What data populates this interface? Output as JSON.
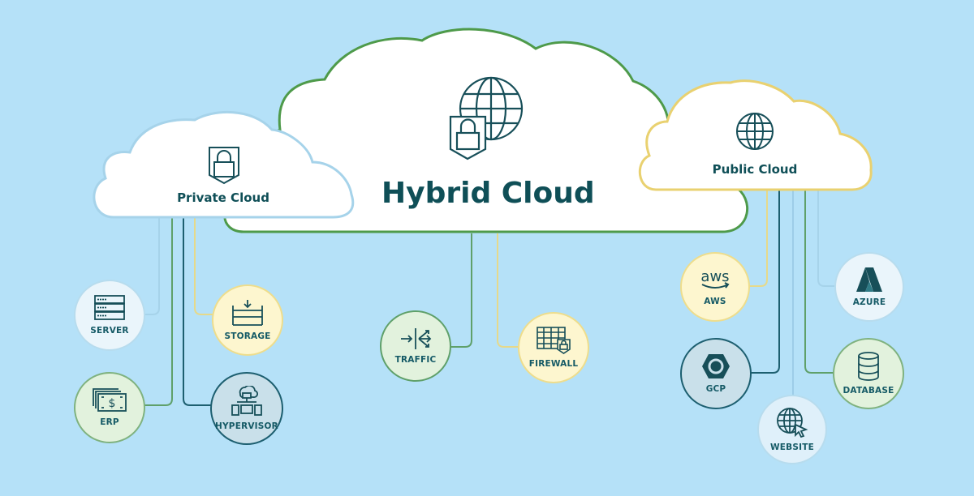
{
  "colors": {
    "background": "#b5e1f8",
    "text": "#0f4f57",
    "hybrid_border": "#4e9a4a",
    "private_border": "#9ccbe6",
    "public_border": "#e9d170",
    "line_green": "#5fa06a",
    "line_yellow": "#e6d98a",
    "line_dark": "#1d5f70",
    "line_light": "#9dcde8"
  },
  "clouds": {
    "hybrid": {
      "title": "Hybrid Cloud",
      "icon": "globe-shield-lock-icon"
    },
    "private": {
      "title": "Private Cloud",
      "icon": "shield-lock-icon"
    },
    "public": {
      "title": "Public Cloud",
      "icon": "globe-icon"
    }
  },
  "private_nodes": [
    {
      "label": "SERVER",
      "icon": "server-icon"
    },
    {
      "label": "STORAGE",
      "icon": "storage-icon"
    },
    {
      "label": "ERP",
      "icon": "money-icon"
    },
    {
      "label": "HYPERVISOR",
      "icon": "hypervisor-icon"
    }
  ],
  "hybrid_nodes": [
    {
      "label": "TRAFFIC",
      "icon": "traffic-routing-icon"
    },
    {
      "label": "FIREWALL",
      "icon": "firewall-icon"
    }
  ],
  "public_nodes": [
    {
      "label": "AWS",
      "icon": "aws-logo-icon",
      "logo_text": "aws"
    },
    {
      "label": "AZURE",
      "icon": "azure-logo-icon"
    },
    {
      "label": "GCP",
      "icon": "gcp-logo-icon"
    },
    {
      "label": "DATABASE",
      "icon": "database-icon"
    },
    {
      "label": "WEBSITE",
      "icon": "website-globe-cursor-icon"
    }
  ]
}
